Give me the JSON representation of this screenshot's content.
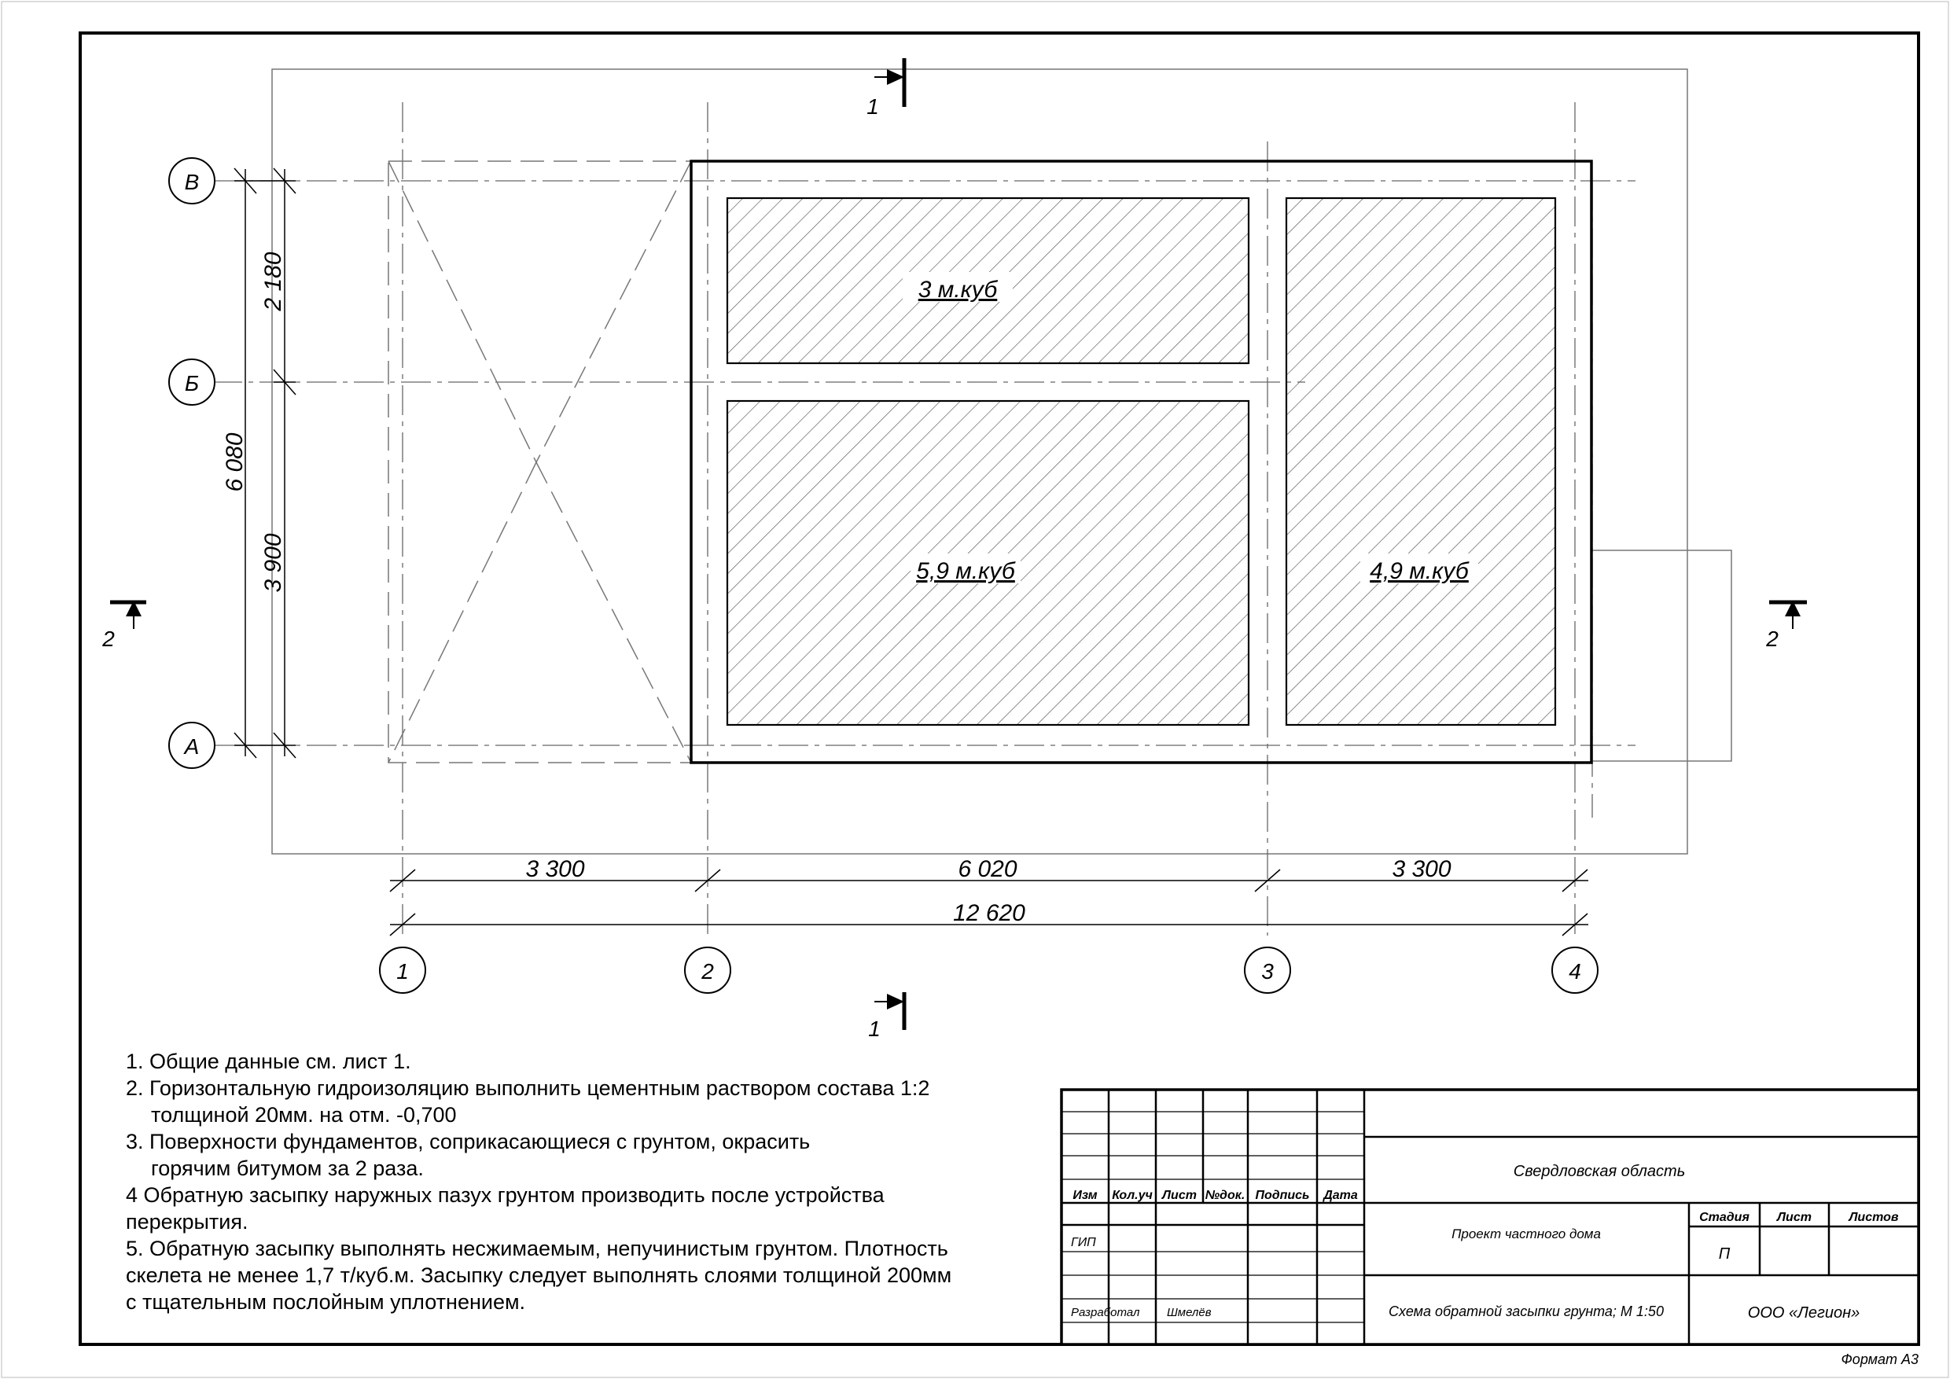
{
  "drawing": {
    "axes_letters": [
      "В",
      "Б",
      "А"
    ],
    "axes_numbers": [
      "1",
      "2",
      "3",
      "4"
    ],
    "section_1": "1",
    "section_2": "2",
    "dim_vertical": {
      "total": "6 080",
      "top": "2 180",
      "bottom": "3 900"
    },
    "dim_horizontal": {
      "left": "3 300",
      "middle": "6 020",
      "right": "3 300",
      "total": "12 620"
    },
    "volumes": {
      "top_room": "3 м.куб",
      "bottom_room": "5,9 м.куб",
      "right_room": "4,9 м.куб"
    }
  },
  "notes": [
    "1.  Общие данные см. лист 1.",
    "2. Горизонтальную гидроизоляцию выполнить цементным раствором состава 1:2",
    "толщиной 20мм. на отм.  -0,700",
    "3.  Поверхности фундаментов, соприкасающиеся с грунтом, окрасить",
    "горячим битумом за 2 раза.",
    "4  Обратную засыпку наружных пазух грунтом производить после устройства",
    "перекрытия.",
    "5. Обратную засыпку выполнять несжимаемым, непучинистым грунтом. Плотность",
    "скелета не менее   1,7 т/куб.м.  Засыпку следует выполнять слоями толщиной  200мм",
    " с тщательным послойным уплотнением."
  ],
  "title_block": {
    "col_headers": [
      "Изм",
      "Кол.уч",
      "Лист",
      "№док.",
      "Подпись",
      "Дата"
    ],
    "role_gip": "ГИП",
    "role_dev": "Разработал",
    "dev_name": "Шмелёв",
    "region": "Свердловская область",
    "project": "Проект частного дома",
    "sheet_title": "Схема обратной засыпки грунта; М 1:50",
    "stage_header": "Стадия",
    "sheet_header": "Лист",
    "sheets_header": "Листов",
    "stage_value": "П",
    "company": "ООО «Легион»"
  },
  "format": "Формат А3"
}
